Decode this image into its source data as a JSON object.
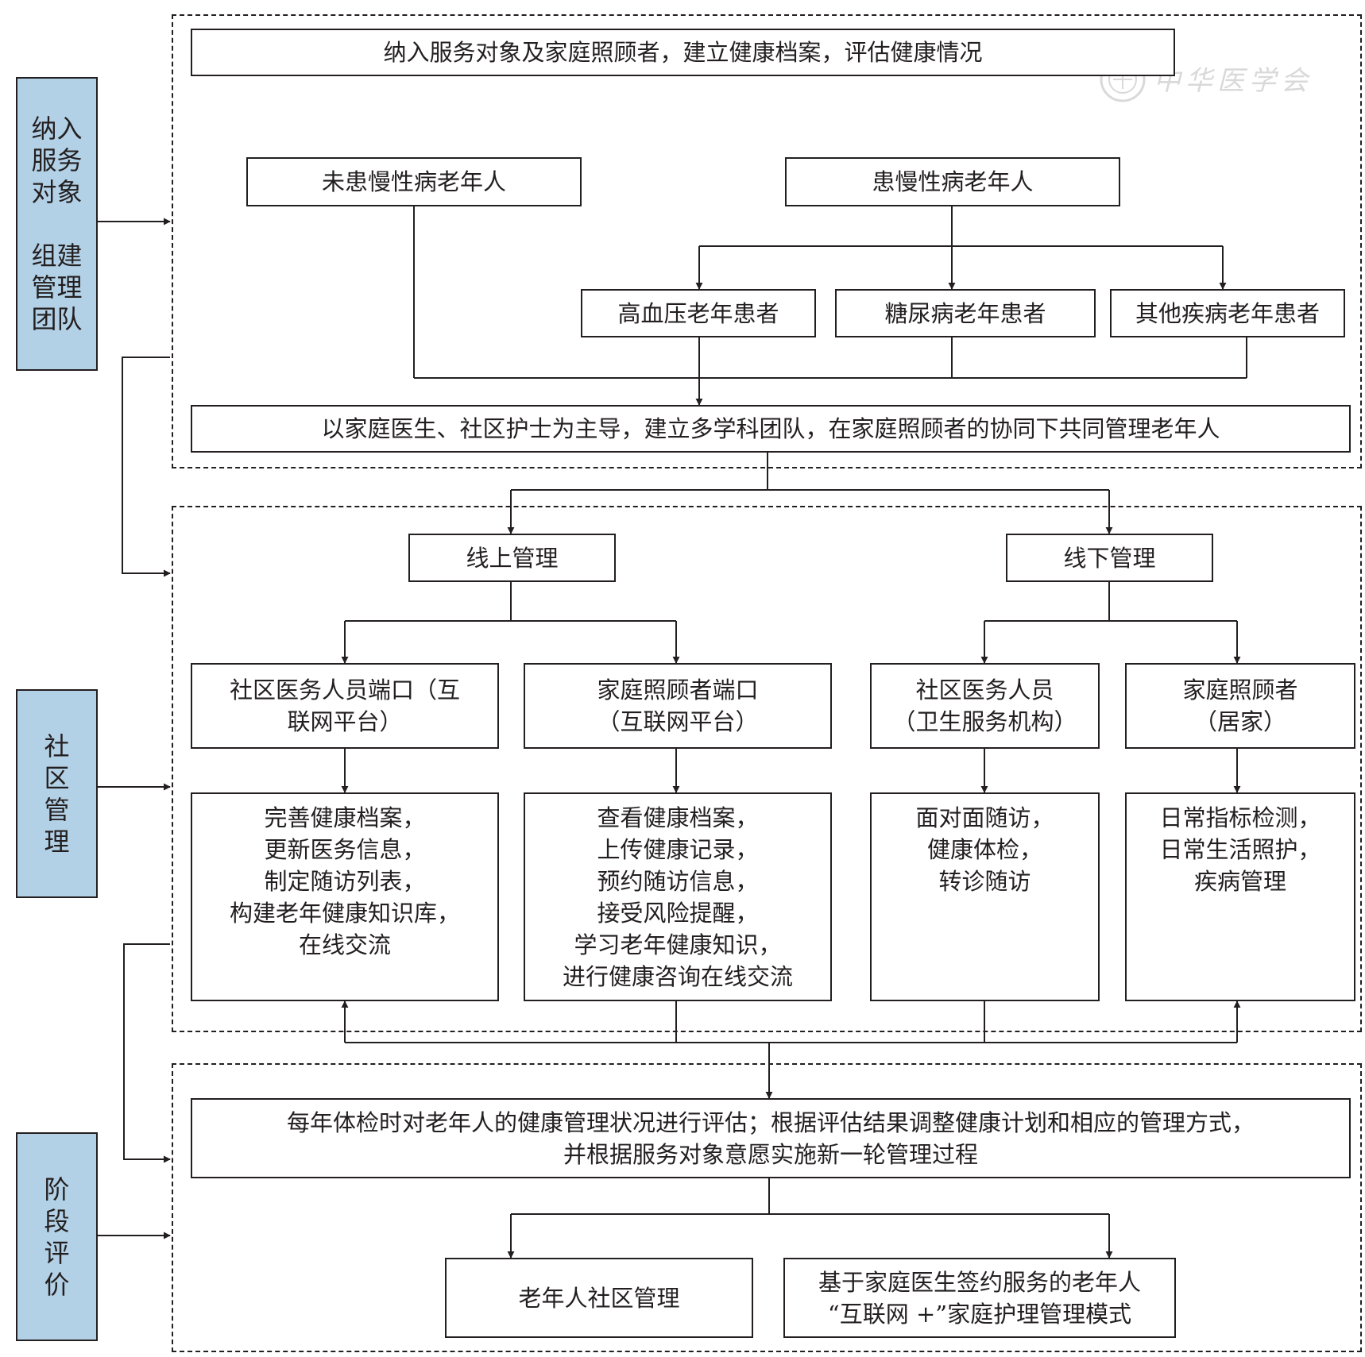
{
  "side_labels": {
    "stage1": "纳入\n服务\n对象\n\n组建\n管理\n团队",
    "stage2": "社\n区\n管\n理",
    "stage3": "阶\n段\n评\n价"
  },
  "section1": {
    "intake": "纳入服务对象及家庭照顾者，建立健康档案，评估健康情况",
    "no_chronic": "未患慢性病老年人",
    "chronic": "患慢性病老年人",
    "hypertension": "高血压老年患者",
    "diabetes": "糖尿病老年患者",
    "other_disease": "其他疾病老年患者",
    "team": "以家庭医生、社区护士为主导，建立多学科团队，在家庭照顾者的协同下共同管理老年人"
  },
  "section2": {
    "online": "线上管理",
    "offline": "线下管理",
    "staff_portal": "社区医务人员端口（互\n联网平台）",
    "caregiver_portal": "家庭照顾者端口\n（互联网平台）",
    "staff_offline": "社区医务人员\n（卫生服务机构）",
    "caregiver_offline": "家庭照顾者\n（居家）",
    "staff_portal_tasks": "完善健康档案，\n更新医务信息，\n制定随访列表，\n构建老年健康知识库，\n在线交流",
    "caregiver_portal_tasks": "查看健康档案，\n上传健康记录，\n预约随访信息，\n接受风险提醒，\n学习老年健康知识，\n进行健康咨询在线交流",
    "staff_offline_tasks": "面对面随访，\n健康体检，\n转诊随访",
    "caregiver_offline_tasks": "日常指标检测，\n日常生活照护，\n疾病管理"
  },
  "section3": {
    "evaluation": "每年体检时对老年人的健康管理状况进行评估；根据评估结果调整健康计划和相应的管理方式，\n并根据服务对象意愿实施新一轮管理过程",
    "community_mgmt": "老年人社区管理",
    "model": "基于家庭医生签约服务的老年人\n“互联网 +”家庭护理管理模式"
  },
  "watermark": "中华医学会",
  "colors": {
    "side_fill": "#b3d1e6",
    "line": "#231f20",
    "watermark": "#d9d9d9"
  }
}
